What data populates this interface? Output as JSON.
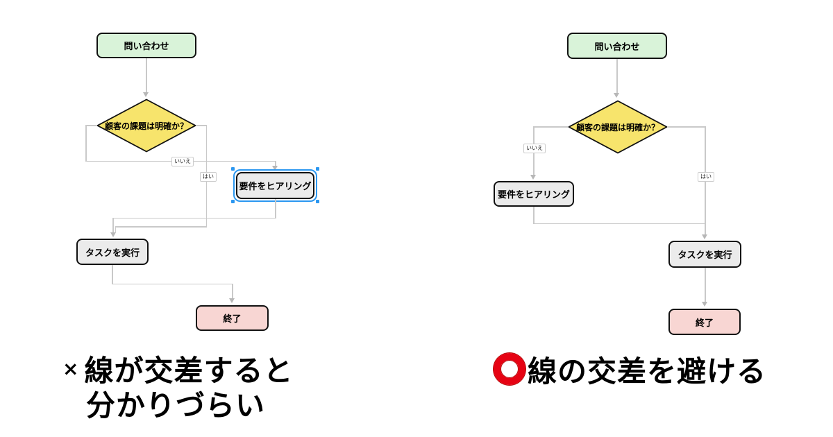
{
  "colors": {
    "start_node_fill": "#d9f3d9",
    "decision_node_fill": "#f7e46c",
    "process_node_fill": "#ebebeb",
    "end_node_fill": "#f8d6d3",
    "node_border": "#111111",
    "connector_gray": "#c9c9c9",
    "selection_blue": "#2b97f0",
    "good_mark_red": "#e60313",
    "caption_text": "#000000"
  },
  "bad_panel": {
    "nodes": {
      "start": "問い合わせ",
      "decision": "顧客の課題は明確か？",
      "hearing": "要件をヒアリング",
      "task": "タスクを実行",
      "end": "終了"
    },
    "edge_labels": {
      "no": "いいえ",
      "yes": "はい"
    },
    "caption": {
      "mark": "×",
      "line1": "線が交差すると",
      "line2": "分かりづらい"
    }
  },
  "good_panel": {
    "nodes": {
      "start": "問い合わせ",
      "decision": "顧客の課題は明確か？",
      "hearing": "要件をヒアリング",
      "task": "タスクを実行",
      "end": "終了"
    },
    "edge_labels": {
      "no": "いいえ",
      "yes": "はい"
    },
    "caption": {
      "text": "線の交差を避ける"
    }
  }
}
